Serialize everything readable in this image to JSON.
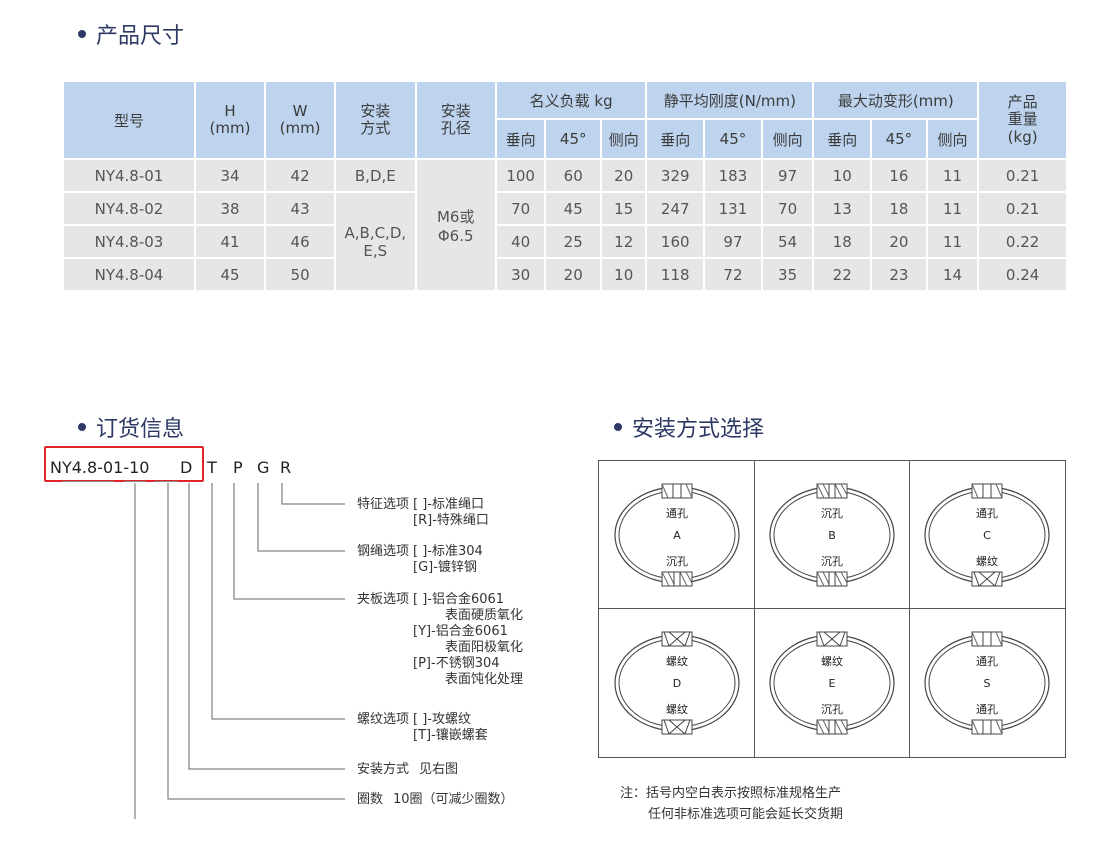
{
  "sections": {
    "dimensions": "产品尺寸",
    "ordering": "订货信息",
    "mounting": "安装方式选择"
  },
  "table": {
    "headers": {
      "model": "型号",
      "h": "H\n(mm)",
      "w": "W\n(mm)",
      "mount_method": "安装\n方式",
      "mount_hole": "安装\n孔径",
      "load": "名义负载 kg",
      "stiffness": "静平均刚度(N/mm)",
      "deform": "最大动变形(mm)",
      "weight": "产品\n重量\n(kg)",
      "sub": [
        "垂向",
        "45°",
        "侧向",
        "垂向",
        "45°",
        "侧向",
        "垂向",
        "45°",
        "侧向"
      ]
    },
    "rows": [
      {
        "model": "NY4.8-01",
        "h": "34",
        "w": "42",
        "load": [
          "100",
          "60",
          "20"
        ],
        "stiff": [
          "329",
          "183",
          "97"
        ],
        "def": [
          "10",
          "16",
          "11"
        ],
        "weight": "0.21"
      },
      {
        "model": "NY4.8-02",
        "h": "38",
        "w": "43",
        "load": [
          "70",
          "45",
          "15"
        ],
        "stiff": [
          "247",
          "131",
          "70"
        ],
        "def": [
          "13",
          "18",
          "11"
        ],
        "weight": "0.21"
      },
      {
        "model": "NY4.8-03",
        "h": "41",
        "w": "46",
        "load": [
          "40",
          "25",
          "12"
        ],
        "stiff": [
          "160",
          "97",
          "54"
        ],
        "def": [
          "18",
          "20",
          "11"
        ],
        "weight": "0.22"
      },
      {
        "model": "NY4.8-04",
        "h": "45",
        "w": "50",
        "load": [
          "30",
          "20",
          "10"
        ],
        "stiff": [
          "118",
          "72",
          "35"
        ],
        "def": [
          "22",
          "23",
          "14"
        ],
        "weight": "0.24"
      }
    ],
    "mount_method_01": "B,D,E",
    "mount_method_rest": "A,B,C,D,\nE,S",
    "mount_hole": "M6或\nΦ6.5"
  },
  "order_code": {
    "base": "NY4.8-01-10",
    "letters": [
      "D",
      "T",
      "P",
      "G",
      "R"
    ]
  },
  "options": [
    {
      "name": "特征选项",
      "lines": [
        "[  ]-标准绳口",
        "[R]-特殊绳口"
      ]
    },
    {
      "name": "钢绳选项",
      "lines": [
        "[  ]-标准304",
        "[G]-镀锌钢"
      ]
    },
    {
      "name": "夹板选项",
      "lines": [
        "[  ]-铝合金6061",
        "表面硬质氧化",
        "[Y]-铝合金6061",
        "表面阳极氧化",
        "[P]-不锈钢304",
        "表面饨化处理"
      ]
    },
    {
      "name": "螺纹选项",
      "lines": [
        "[  ]-攻螺纹",
        "[T]-镶嵌螺套"
      ]
    },
    {
      "name": "安装方式",
      "lines": [
        "见右图"
      ]
    },
    {
      "name": "圈数",
      "lines": [
        "10圈（可减少圈数）"
      ]
    }
  ],
  "mount_types": [
    {
      "top": "通孔",
      "letter": "A",
      "bottom": "沉孔",
      "top_style": "through",
      "bottom_style": "counter"
    },
    {
      "top": "沉孔",
      "letter": "B",
      "bottom": "沉孔",
      "top_style": "counter",
      "bottom_style": "counter"
    },
    {
      "top": "通孔",
      "letter": "C",
      "bottom": "螺纹",
      "top_style": "through",
      "bottom_style": "thread"
    },
    {
      "top": "螺纹",
      "letter": "D",
      "bottom": "螺纹",
      "top_style": "thread",
      "bottom_style": "thread"
    },
    {
      "top": "螺纹",
      "letter": "E",
      "bottom": "沉孔",
      "top_style": "thread",
      "bottom_style": "counter"
    },
    {
      "top": "通孔",
      "letter": "S",
      "bottom": "通孔",
      "top_style": "through",
      "bottom_style": "through"
    }
  ],
  "note": {
    "line1": "注：括号内空白表示按照标准规格生产",
    "line2": "任何非标准选项可能会延长交货期"
  },
  "colors": {
    "accent": "#2d3a66",
    "header_bg": "#bed4ee",
    "cell_bg": "#e6e6e6",
    "highlight": "#e0252a"
  }
}
